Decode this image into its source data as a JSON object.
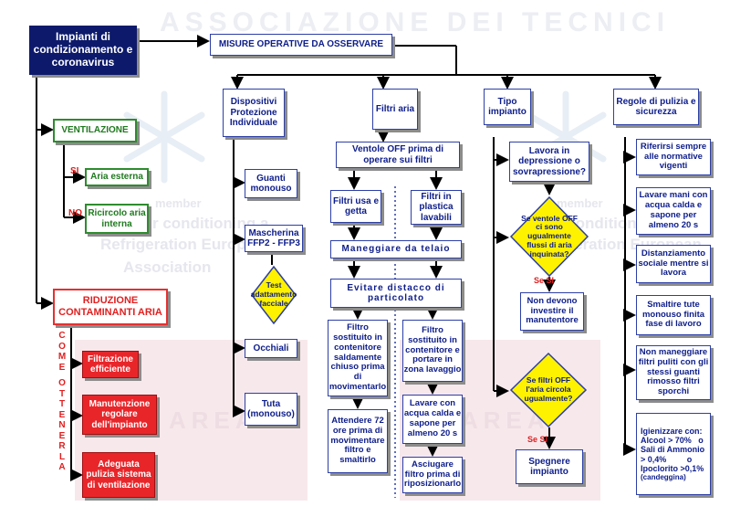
{
  "main_title": "Impianti di condizionamento e coronavirus",
  "misure": "MISURE OPERATIVE DA OSSERVARE",
  "ventilazione": "VENTILAZIONE",
  "si": "SI",
  "no": "NO",
  "aria_esterna": "Aria esterna",
  "ricircolo": "Ricircolo aria interna",
  "riduzione": "RIDUZIONE CONTAMINANTI ARIA",
  "come_ottenerla": "COME OTTENERLA",
  "filtrazione": "Filtrazione efficiente",
  "manutenzione": "Manutenzione regolare dell'impianto",
  "pulizia_sistema": "Adeguata pulizia sistema di ventilazione",
  "col_dpi": {
    "header": "Dispositivi Protezione Individuale",
    "items": [
      "Guanti monouso",
      "Mascherina FFP2 - FFP3",
      "Occhiali",
      "Tuta (monouso)"
    ],
    "test": "Test adattamento facciale"
  },
  "col_filtri": {
    "header": "Filtri aria",
    "ventole": "Ventole OFF prima di operare sui filtri",
    "usa_getta": "Filtri usa e getta",
    "plastica": "Filtri in plastica lavabili",
    "maneggiare": "Maneggiare da telaio",
    "evitare": "Evitare distacco di particolato",
    "left_steps": [
      "Filtro sostituito in contenitore saldamente chiuso prima di movimentarlo",
      "Attendere 72 ore prima di movimentare filtro e smaltirlo"
    ],
    "right_steps": [
      "Filtro sostituito in contenitore e portare in zona lavaggio",
      "Lavare con acqua calda e sapone per almeno 20 s",
      "Asciugare filtro prima di riposizionarlo"
    ]
  },
  "col_tipo": {
    "header": "Tipo impianto",
    "q1": "Lavora in depressione o sovrapressione?",
    "d1": "Se ventole OFF ci sono ugualmente flussi di aria inquinata?",
    "si1": "Se SI",
    "a1": "Non devono investire il manutentore",
    "d2": "Se filtri OFF l'aria circola ugualmente?",
    "si2": "Se SI",
    "a2": "Spegnere impianto"
  },
  "col_regole": {
    "header": "Regole di pulizia e sicurezza",
    "items": [
      "Riferirsi sempre alle normative vigenti",
      "Lavare mani con acqua calda e sapone per almeno 20 s",
      "Distanziamento sociale mentre si lavora",
      "Smaltire tute monouso finita fase di lavoro",
      "Non maneggiare filtri puliti con gli stessi guanti rimosso filtri sporchi"
    ],
    "igienizzare": [
      "Igienizzare con:",
      "Alcool > 70%   o",
      "Sali di Ammonio",
      "> 0,4%         o",
      "Ipoclorito >0,1%"
    ],
    "candeggina": "(candeggina)"
  },
  "watermark": {
    "arc": "ASSOCIAZIONE DEI TECNICI",
    "member": "member",
    "l1": "Air Conditioning and",
    "l2": "Refrigeration European",
    "l3": "Association",
    "left_mid": "Air conditioning a",
    "left_mid2": "Refrigeration Europ",
    "bottom_left": "AREA",
    "bottom_right": "AREA"
  },
  "colors": {
    "navy": "#0d1a6b",
    "blue_text": "#0d1d8a",
    "green": "#2e8b2e",
    "red": "#e53030"
  }
}
